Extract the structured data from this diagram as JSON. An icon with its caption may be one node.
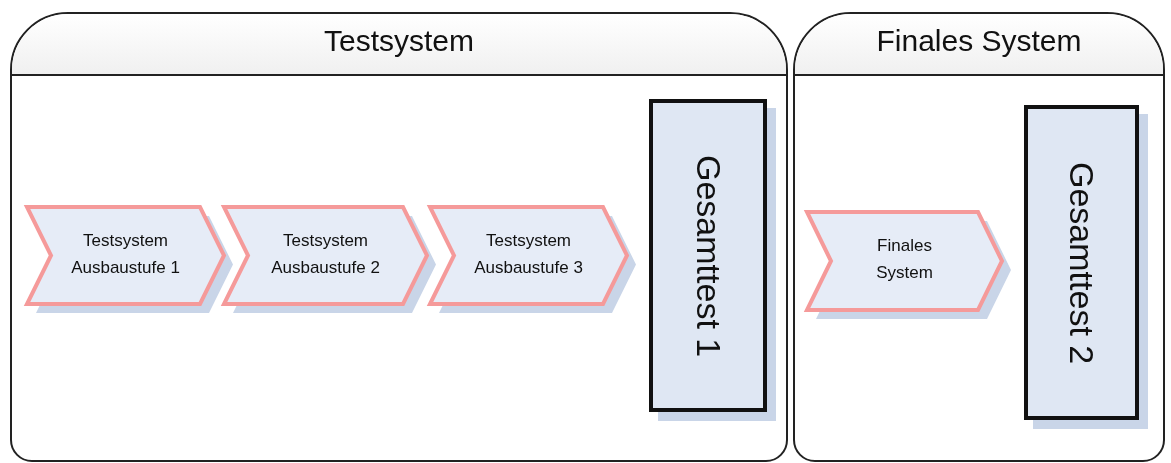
{
  "diagram": {
    "nodes": [
      {
        "text": [
          "Testsystem"
        ]
      },
      {
        "text": [
          "Finales System"
        ]
      },
      {
        "text": [
          "Testsystem Ausbaustufe 1"
        ],
        "in": 0
      },
      {
        "text": [
          "Testsystem Ausbaustufe 2"
        ],
        "in": 0
      },
      {
        "text": [
          "Testsystem Ausbaustufe 3"
        ],
        "in": 0
      },
      {
        "text": [
          "Gesamttest 1"
        ],
        "in": 0
      },
      {
        "text": [
          "Finales System"
        ],
        "in": 1
      },
      {
        "text": [
          "Gesamttest 2"
        ],
        "in": 1
      }
    ],
    "edges": []
  }
}
